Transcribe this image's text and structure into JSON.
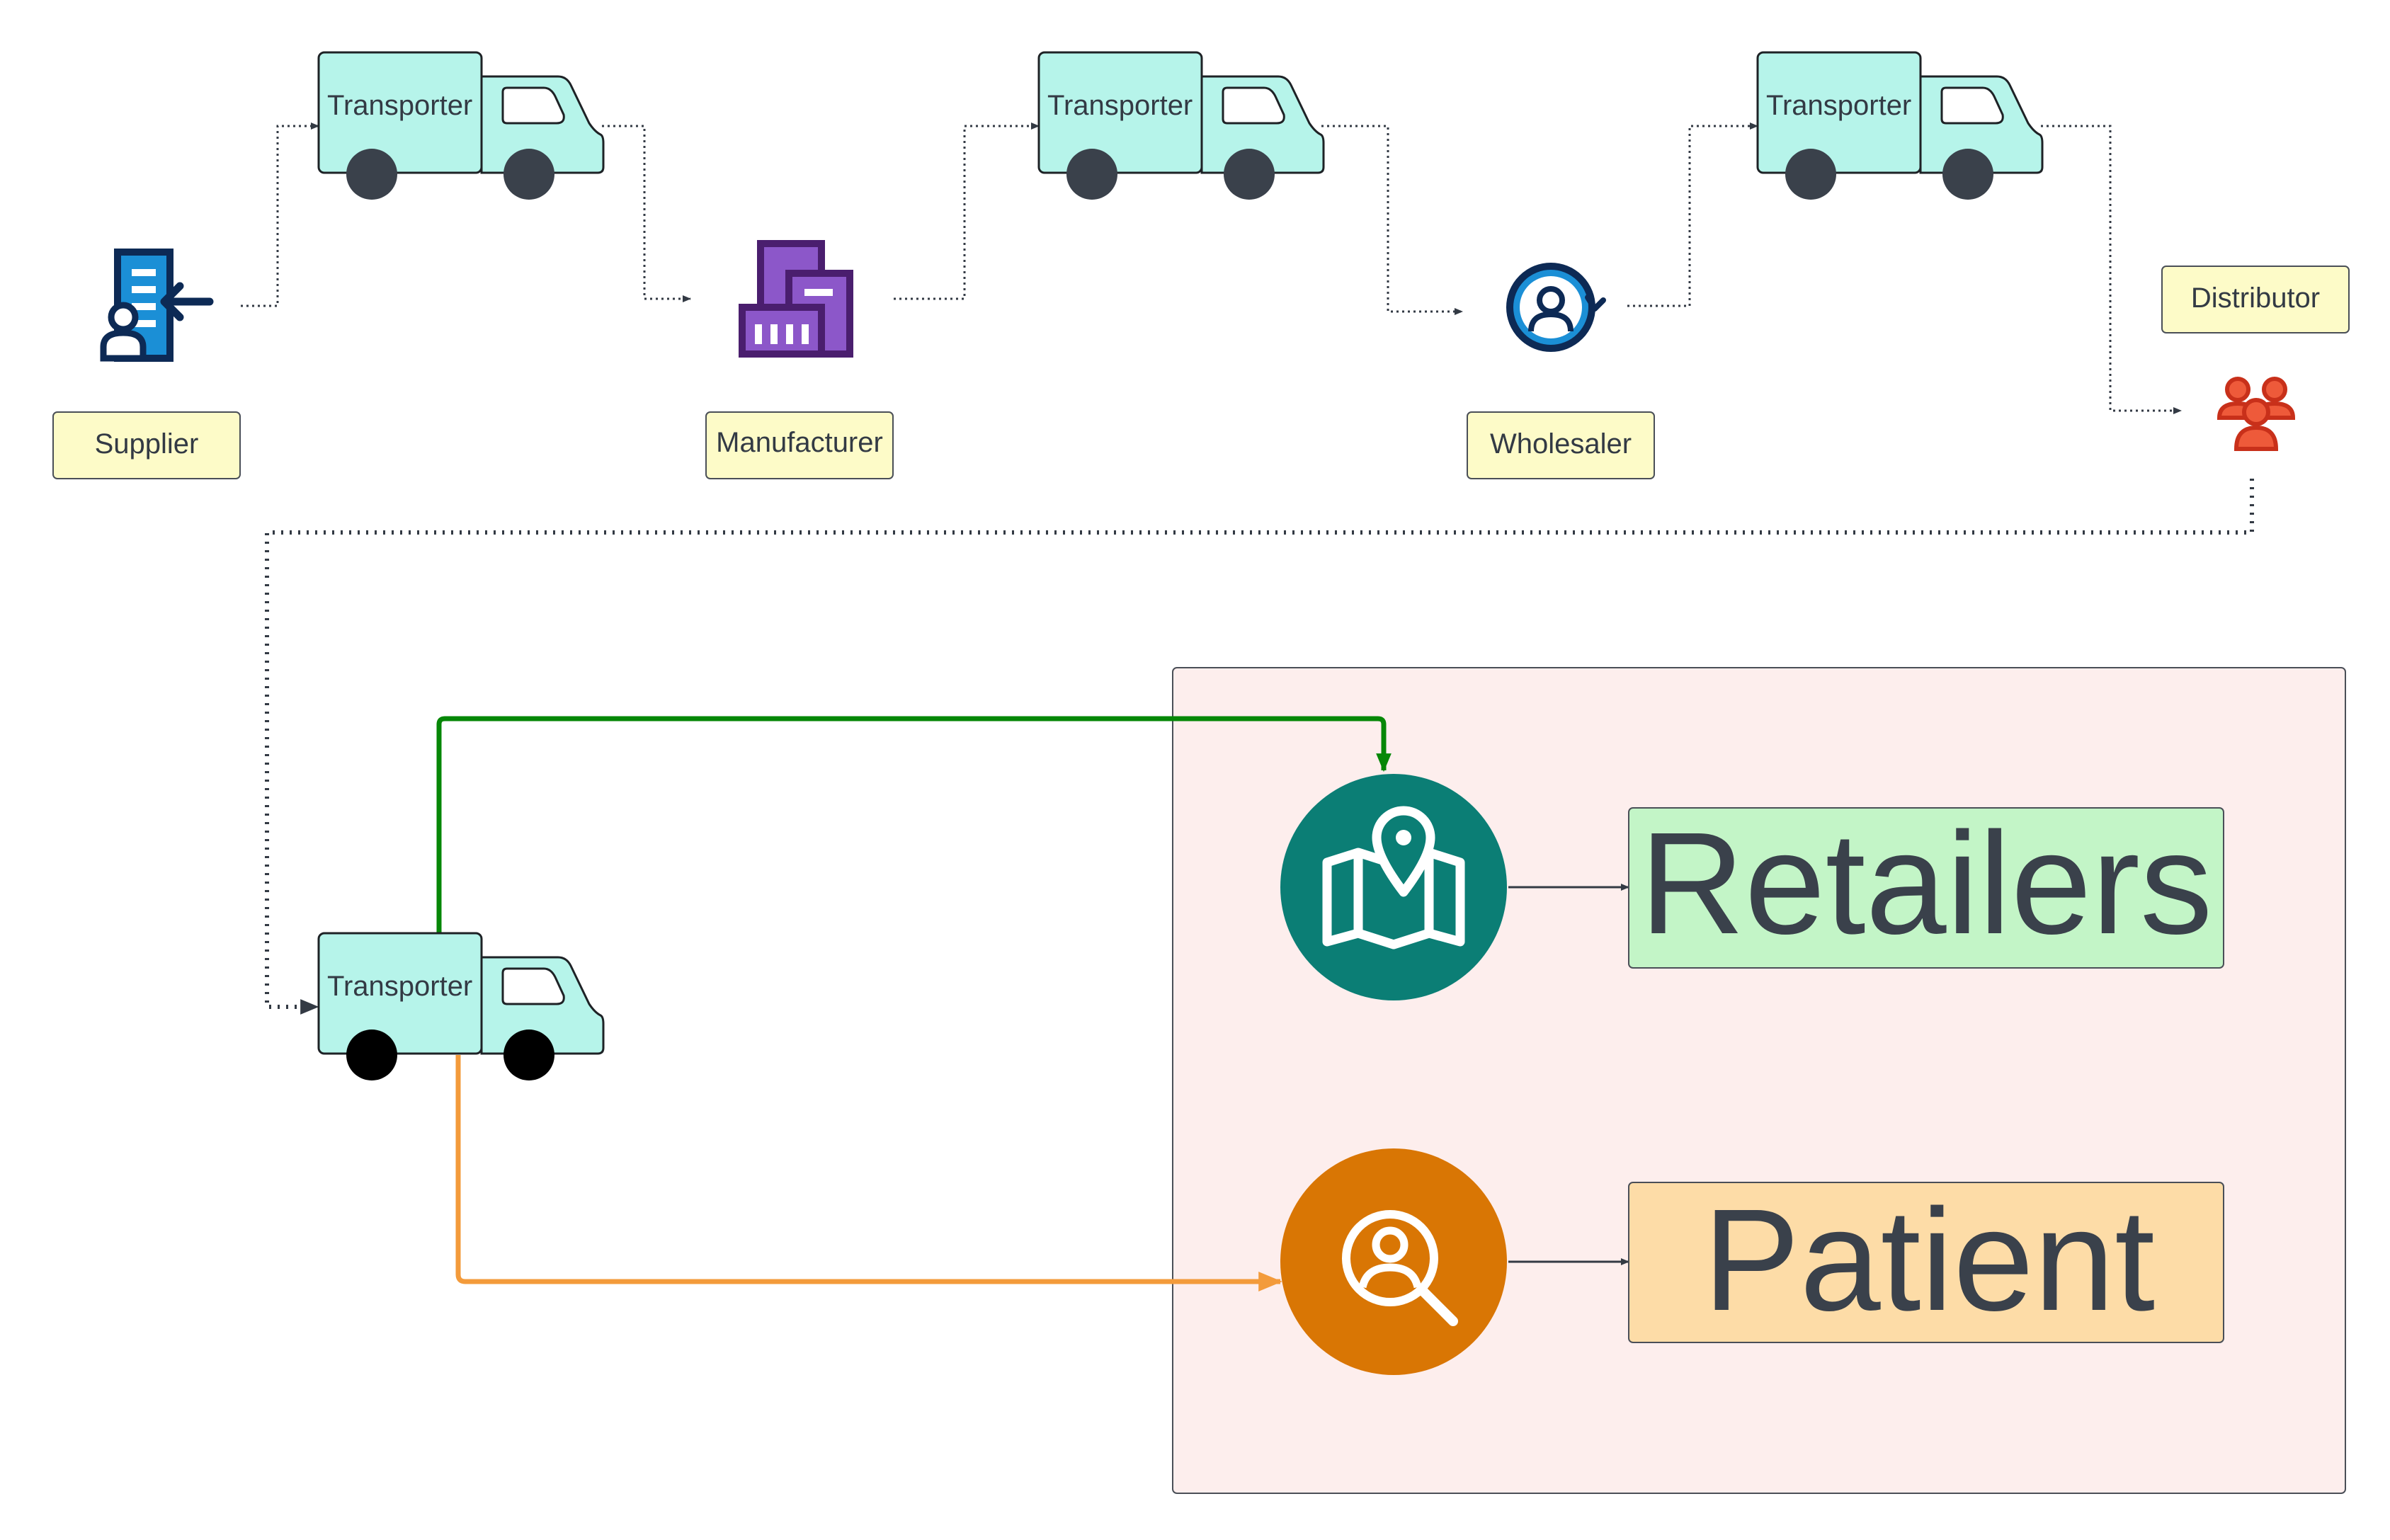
{
  "nodes": {
    "supplier": {
      "label": "Supplier",
      "icon": "supplier-building-person-icon"
    },
    "manufacturer": {
      "label": "Manufacturer",
      "icon": "factory-icon"
    },
    "wholesaler": {
      "label": "Wholesaler",
      "icon": "user-circle-refresh-icon"
    },
    "distributor": {
      "label": "Distributor",
      "icon": "people-group-icon"
    },
    "retailers": {
      "label": "Retailers",
      "icon": "map-pin-icon"
    },
    "patient": {
      "label": "Patient",
      "icon": "user-search-icon"
    }
  },
  "transporters": [
    {
      "label": "Transporter"
    },
    {
      "label": "Transporter"
    },
    {
      "label": "Transporter"
    },
    {
      "label": "Transporter"
    }
  ],
  "colors": {
    "truck_body": "#b6f4ea",
    "truck_wheel_dark": "#3a414b",
    "truck_wheel_black": "#000000",
    "label_box": "#fdfbc8",
    "region_fill": "#fdeeed",
    "retailers_fill": "#c3f5c7",
    "patient_fill": "#fddca7",
    "map_circle": "#0b7e75",
    "search_circle": "#d97604",
    "green_arrow": "#068707",
    "orange_arrow": "#f39b3b",
    "connector": "#333a44",
    "supplier_blue": "#1b8fd6",
    "manufacturer_purple": "#8c57c9",
    "distributor_red": "#ee5a3a"
  }
}
